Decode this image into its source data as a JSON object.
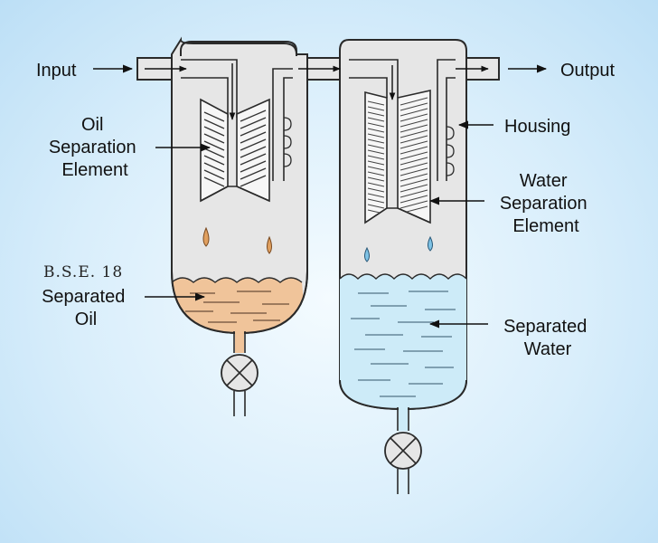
{
  "diagram": {
    "labels": {
      "input": "Input",
      "output": "Output",
      "oil_element": [
        "Oil",
        "Separation",
        "Element"
      ],
      "housing": "Housing",
      "water_element": [
        "Water",
        "Separation",
        "Element"
      ],
      "credit": "B.S.E. 18",
      "separated_oil": [
        "Separated",
        "Oil"
      ],
      "separated_water": [
        "Separated",
        "Water"
      ]
    },
    "colors": {
      "background": "#d9eefb",
      "housing_fill": "#e6e6e6",
      "outline": "#2a2a2a",
      "oil": "#f0c49a",
      "water": "#cdebf8",
      "water_drop": "#7fc3e6"
    },
    "icons": {
      "valve": "valve-icon",
      "drop": "drop-icon"
    }
  }
}
